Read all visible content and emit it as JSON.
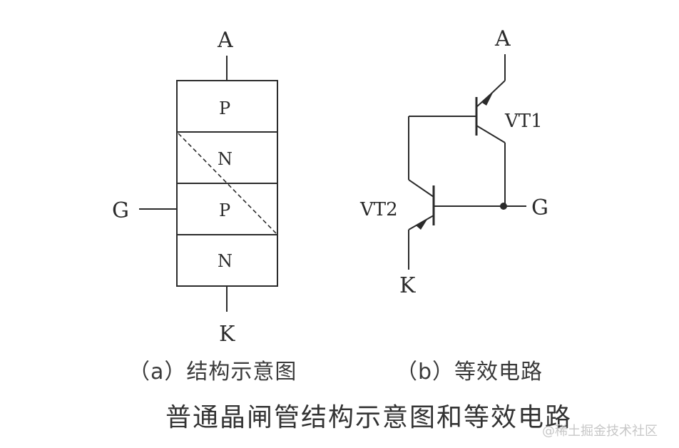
{
  "structure": {
    "anode_label": "A",
    "cathode_label": "K",
    "gate_label": "G",
    "layers": [
      "P",
      "N",
      "P",
      "N"
    ]
  },
  "circuit": {
    "anode_label": "A",
    "cathode_label": "K",
    "gate_label": "G",
    "vt1_label": "VT1",
    "vt2_label": "VT2"
  },
  "captions": {
    "a": "（a）结构示意图",
    "b": "（b）等效电路"
  },
  "title": "普通晶闸管结构示意图和等效电路",
  "watermark": "@稀土掘金技术社区"
}
